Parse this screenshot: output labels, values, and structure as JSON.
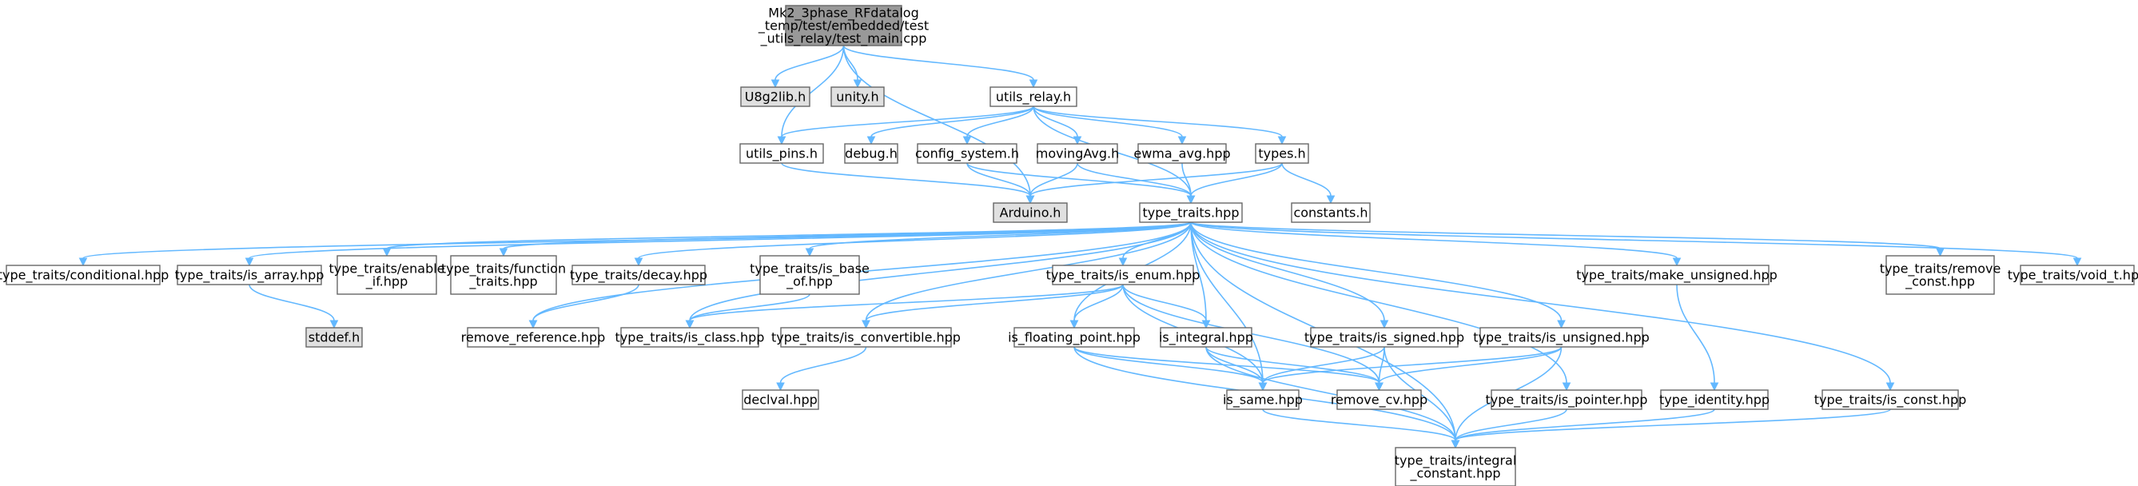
{
  "colors": {
    "root_fill": "#999999",
    "external_fill": "#e0e0e0",
    "node_fill": "#ffffff",
    "border": "#666666",
    "edge": "#63b8ff",
    "text": "#000000"
  },
  "nodes": [
    {
      "id": "root",
      "kind": "root",
      "lines": [
        "Mk2_3phase_RFdatalog",
        "_temp/test/embedded/test",
        "_utils_relay/test_main.cpp"
      ]
    },
    {
      "id": "u8g2lib",
      "kind": "external",
      "lines": [
        "U8g2lib.h"
      ]
    },
    {
      "id": "unity",
      "kind": "external",
      "lines": [
        "unity.h"
      ]
    },
    {
      "id": "utils_relay",
      "kind": "file",
      "lines": [
        "utils_relay.h"
      ]
    },
    {
      "id": "utils_pins",
      "kind": "file",
      "lines": [
        "utils_pins.h"
      ]
    },
    {
      "id": "debug",
      "kind": "file",
      "lines": [
        "debug.h"
      ]
    },
    {
      "id": "config_system",
      "kind": "file",
      "lines": [
        "config_system.h"
      ]
    },
    {
      "id": "movingavg",
      "kind": "file",
      "lines": [
        "movingAvg.h"
      ]
    },
    {
      "id": "ewma_avg",
      "kind": "file",
      "lines": [
        "ewma_avg.hpp"
      ]
    },
    {
      "id": "types",
      "kind": "file",
      "lines": [
        "types.h"
      ]
    },
    {
      "id": "arduino",
      "kind": "external",
      "lines": [
        "Arduino.h"
      ]
    },
    {
      "id": "type_traits",
      "kind": "file",
      "lines": [
        "type_traits.hpp"
      ]
    },
    {
      "id": "constants",
      "kind": "file",
      "lines": [
        "constants.h"
      ]
    },
    {
      "id": "conditional",
      "kind": "file",
      "lines": [
        "type_traits/conditional.hpp"
      ]
    },
    {
      "id": "is_array",
      "kind": "file",
      "lines": [
        "type_traits/is_array.hpp"
      ]
    },
    {
      "id": "enable_if",
      "kind": "file",
      "lines": [
        "type_traits/enable",
        "_if.hpp"
      ]
    },
    {
      "id": "function_traits",
      "kind": "file",
      "lines": [
        "type_traits/function",
        "_traits.hpp"
      ]
    },
    {
      "id": "decay",
      "kind": "file",
      "lines": [
        "type_traits/decay.hpp"
      ]
    },
    {
      "id": "is_base_of",
      "kind": "file",
      "lines": [
        "type_traits/is_base",
        "_of.hpp"
      ]
    },
    {
      "id": "is_enum",
      "kind": "file",
      "lines": [
        "type_traits/is_enum.hpp"
      ]
    },
    {
      "id": "make_unsigned",
      "kind": "file",
      "lines": [
        "type_traits/make_unsigned.hpp"
      ]
    },
    {
      "id": "remove_const",
      "kind": "file",
      "lines": [
        "type_traits/remove",
        "_const.hpp"
      ]
    },
    {
      "id": "void_t",
      "kind": "file",
      "lines": [
        "type_traits/void_t.hpp"
      ]
    },
    {
      "id": "stddef",
      "kind": "external",
      "lines": [
        "stddef.h"
      ]
    },
    {
      "id": "remove_reference",
      "kind": "file",
      "lines": [
        "remove_reference.hpp"
      ]
    },
    {
      "id": "is_class",
      "kind": "file",
      "lines": [
        "type_traits/is_class.hpp"
      ]
    },
    {
      "id": "is_convertible",
      "kind": "file",
      "lines": [
        "type_traits/is_convertible.hpp"
      ]
    },
    {
      "id": "is_floating_point",
      "kind": "file",
      "lines": [
        "is_floating_point.hpp"
      ]
    },
    {
      "id": "is_integral",
      "kind": "file",
      "lines": [
        "is_integral.hpp"
      ]
    },
    {
      "id": "is_signed",
      "kind": "file",
      "lines": [
        "type_traits/is_signed.hpp"
      ]
    },
    {
      "id": "is_unsigned",
      "kind": "file",
      "lines": [
        "type_traits/is_unsigned.hpp"
      ]
    },
    {
      "id": "type_identity",
      "kind": "file",
      "lines": [
        "type_identity.hpp"
      ]
    },
    {
      "id": "is_const",
      "kind": "file",
      "lines": [
        "type_traits/is_const.hpp"
      ]
    },
    {
      "id": "declval",
      "kind": "file",
      "lines": [
        "declval.hpp"
      ]
    },
    {
      "id": "is_same",
      "kind": "file",
      "lines": [
        "is_same.hpp"
      ]
    },
    {
      "id": "remove_cv",
      "kind": "file",
      "lines": [
        "remove_cv.hpp"
      ]
    },
    {
      "id": "is_pointer",
      "kind": "file",
      "lines": [
        "type_traits/is_pointer.hpp"
      ]
    },
    {
      "id": "integral_constant",
      "kind": "file",
      "lines": [
        "type_traits/integral",
        "_constant.hpp"
      ]
    }
  ],
  "edges": [
    [
      "root",
      "u8g2lib"
    ],
    [
      "root",
      "unity"
    ],
    [
      "root",
      "utils_relay"
    ],
    [
      "root",
      "utils_pins"
    ],
    [
      "root",
      "arduino"
    ],
    [
      "utils_relay",
      "utils_pins"
    ],
    [
      "utils_relay",
      "debug"
    ],
    [
      "utils_relay",
      "config_system"
    ],
    [
      "utils_relay",
      "movingavg"
    ],
    [
      "utils_relay",
      "ewma_avg"
    ],
    [
      "utils_relay",
      "types"
    ],
    [
      "utils_relay",
      "type_traits"
    ],
    [
      "utils_pins",
      "arduino"
    ],
    [
      "config_system",
      "arduino"
    ],
    [
      "config_system",
      "type_traits"
    ],
    [
      "movingavg",
      "arduino"
    ],
    [
      "movingavg",
      "type_traits"
    ],
    [
      "ewma_avg",
      "type_traits"
    ],
    [
      "types",
      "arduino"
    ],
    [
      "types",
      "type_traits"
    ],
    [
      "types",
      "constants"
    ],
    [
      "type_traits",
      "conditional"
    ],
    [
      "type_traits",
      "is_array"
    ],
    [
      "type_traits",
      "enable_if"
    ],
    [
      "type_traits",
      "function_traits"
    ],
    [
      "type_traits",
      "decay"
    ],
    [
      "type_traits",
      "is_base_of"
    ],
    [
      "type_traits",
      "is_enum"
    ],
    [
      "type_traits",
      "make_unsigned"
    ],
    [
      "type_traits",
      "remove_const"
    ],
    [
      "type_traits",
      "void_t"
    ],
    [
      "type_traits",
      "remove_reference"
    ],
    [
      "type_traits",
      "is_class"
    ],
    [
      "type_traits",
      "is_convertible"
    ],
    [
      "type_traits",
      "is_floating_point"
    ],
    [
      "type_traits",
      "is_integral"
    ],
    [
      "type_traits",
      "is_signed"
    ],
    [
      "type_traits",
      "is_unsigned"
    ],
    [
      "type_traits",
      "is_same"
    ],
    [
      "type_traits",
      "is_pointer"
    ],
    [
      "type_traits",
      "is_const"
    ],
    [
      "type_traits",
      "integral_constant"
    ],
    [
      "is_array",
      "stddef"
    ],
    [
      "decay",
      "remove_reference"
    ],
    [
      "is_base_of",
      "is_class"
    ],
    [
      "is_enum",
      "is_class"
    ],
    [
      "is_enum",
      "is_convertible"
    ],
    [
      "is_enum",
      "is_floating_point"
    ],
    [
      "is_enum",
      "is_integral"
    ],
    [
      "is_enum",
      "is_same"
    ],
    [
      "is_enum",
      "remove_cv"
    ],
    [
      "make_unsigned",
      "type_identity"
    ],
    [
      "is_convertible",
      "declval"
    ],
    [
      "is_floating_point",
      "is_same"
    ],
    [
      "is_floating_point",
      "remove_cv"
    ],
    [
      "is_floating_point",
      "integral_constant"
    ],
    [
      "is_integral",
      "is_same"
    ],
    [
      "is_integral",
      "remove_cv"
    ],
    [
      "is_integral",
      "integral_constant"
    ],
    [
      "is_signed",
      "is_same"
    ],
    [
      "is_signed",
      "remove_cv"
    ],
    [
      "is_signed",
      "integral_constant"
    ],
    [
      "is_unsigned",
      "is_same"
    ],
    [
      "is_unsigned",
      "remove_cv"
    ],
    [
      "is_unsigned",
      "integral_constant"
    ],
    [
      "is_same",
      "integral_constant"
    ],
    [
      "type_identity",
      "integral_constant"
    ],
    [
      "is_pointer",
      "integral_constant"
    ],
    [
      "is_const",
      "integral_constant"
    ]
  ]
}
